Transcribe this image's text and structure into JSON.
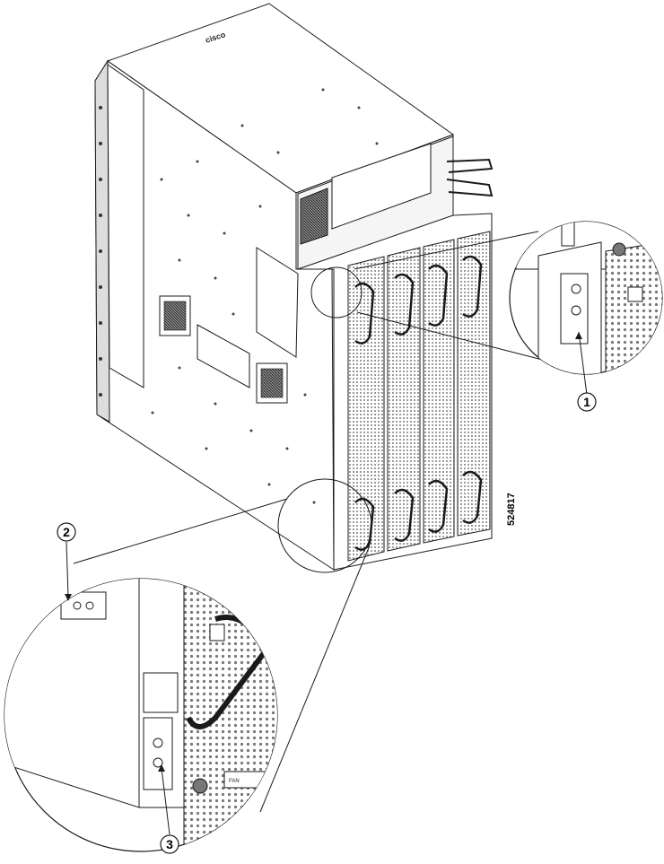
{
  "figure": {
    "id_label": "524817",
    "brand_logo": "cisco",
    "psu_label": "FAN",
    "callouts": [
      {
        "number": "1",
        "target": "ground-lug-top"
      },
      {
        "number": "2",
        "target": "ground-lug-side"
      },
      {
        "number": "3",
        "target": "ground-lug-bottom"
      }
    ]
  },
  "colors": {
    "line": "#1a1a1a",
    "fill_light": "#ffffff",
    "fill_shade": "#e6e6e6",
    "fill_dark": "#3a3a3a"
  }
}
